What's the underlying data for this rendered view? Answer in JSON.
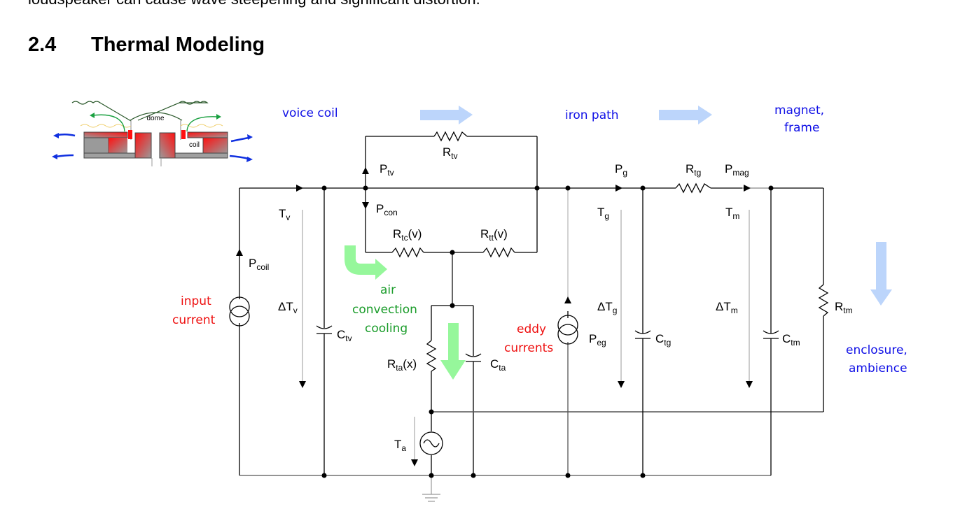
{
  "document": {
    "cut_text": "loudspeaker can cause wave steepening and significant distortion.",
    "section_number": "2.4",
    "section_title": "Thermal Modeling"
  },
  "inset": {
    "dome_label": "dome",
    "coil_label": "coil"
  },
  "annotations": {
    "voice_coil": "voice coil",
    "iron_path": "iron path",
    "magnet_frame_1": "magnet,",
    "magnet_frame_2": "frame",
    "enclosure_1": "enclosure,",
    "enclosure_2": "ambience",
    "input_1": "input",
    "input_2": "current",
    "air_1": "air",
    "air_2": "convection",
    "air_3": "cooling",
    "eddy_1": "eddy",
    "eddy_2": "currents"
  },
  "components": {
    "R_tv": {
      "main": "R",
      "sub": "tv"
    },
    "P_tv": {
      "main": "P",
      "sub": "tv"
    },
    "P_con": {
      "main": "P",
      "sub": "con"
    },
    "R_tc": {
      "main": "R",
      "sub": "tc",
      "suffix": "(v)"
    },
    "R_tt": {
      "main": "R",
      "sub": "tt",
      "suffix": "(v)"
    },
    "T_v": {
      "main": "T",
      "sub": "v"
    },
    "dT_v": {
      "main": "ΔT",
      "sub": "v"
    },
    "C_tv": {
      "main": "C",
      "sub": "tv"
    },
    "P_coil": {
      "main": "P",
      "sub": "coil"
    },
    "R_ta": {
      "main": "R",
      "sub": "ta",
      "suffix": "(x)"
    },
    "C_ta": {
      "main": "C",
      "sub": "ta"
    },
    "T_a": {
      "main": "T",
      "sub": "a"
    },
    "P_g": {
      "main": "P",
      "sub": "g"
    },
    "R_tg": {
      "main": "R",
      "sub": "tg"
    },
    "P_mag": {
      "main": "P",
      "sub": "mag"
    },
    "T_g": {
      "main": "T",
      "sub": "g"
    },
    "dT_g": {
      "main": "ΔT",
      "sub": "g"
    },
    "C_tg": {
      "main": "C",
      "sub": "tg"
    },
    "P_eg": {
      "main": "P",
      "sub": "eg"
    },
    "T_m": {
      "main": "T",
      "sub": "m"
    },
    "dT_m": {
      "main": "ΔT",
      "sub": "m"
    },
    "C_tm": {
      "main": "C",
      "sub": "tm"
    },
    "R_tm": {
      "main": "R",
      "sub": "tm"
    }
  },
  "colors": {
    "annotation_blue": "#1010e6",
    "annotation_red": "#ee1010",
    "annotation_green": "#1a9c2a",
    "flow_arrow_blue": "#bcd5fb",
    "flow_arrow_green": "#96f79b"
  }
}
